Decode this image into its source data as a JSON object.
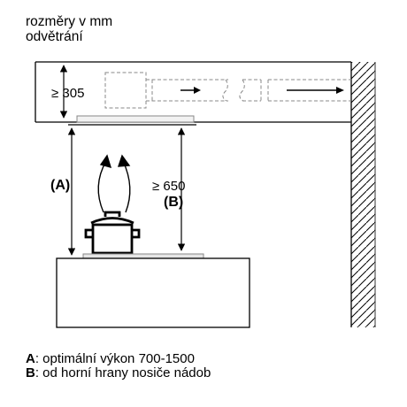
{
  "header": {
    "line1": "rozměry v mm",
    "line2": "odvětrání"
  },
  "diagram": {
    "dim_top": "≥ 305",
    "dim_a": "(A)",
    "dim_b_value": "≥ 650",
    "dim_b_letter": "(B)"
  },
  "legend": {
    "a_key": "A",
    "a_text": ": optimální výkon 700-1500",
    "b_key": "B",
    "b_text": ": od horní hrany nosiče nádob"
  }
}
